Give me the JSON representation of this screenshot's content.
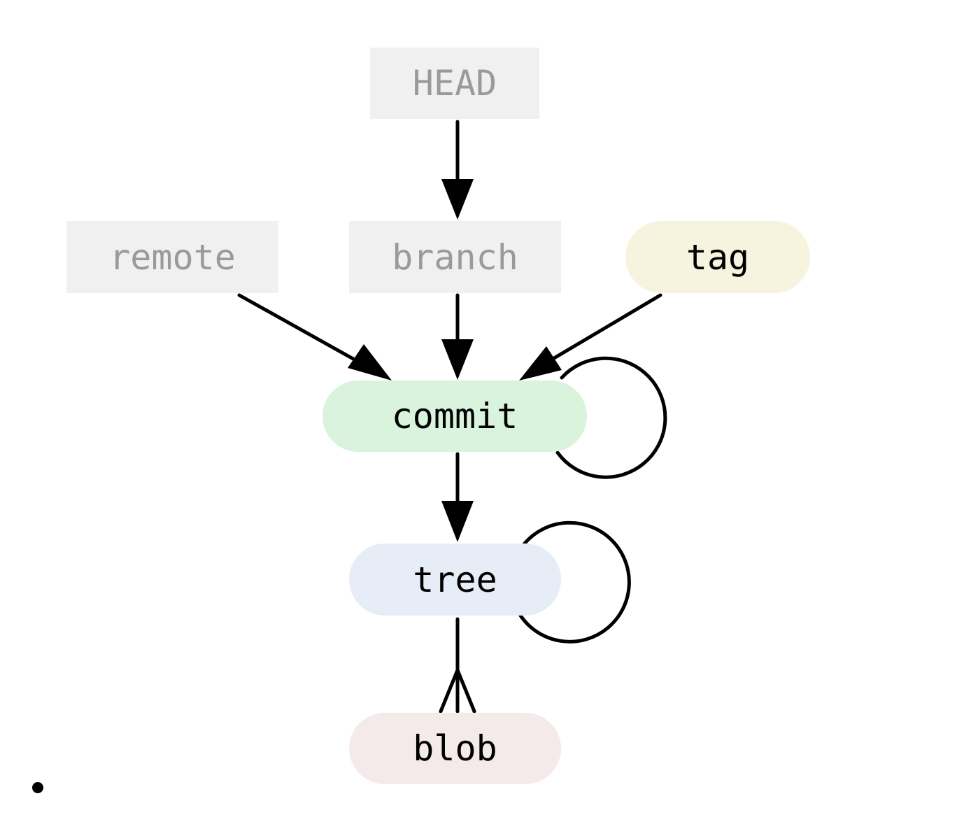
{
  "diagram": {
    "nodes": {
      "head": {
        "label": "HEAD",
        "fill": "#f0f0f0"
      },
      "remote": {
        "label": "remote",
        "fill": "#f0f0f0"
      },
      "branch": {
        "label": "branch",
        "fill": "#f0f0f0"
      },
      "tag": {
        "label": "tag",
        "fill": "#f6f4de"
      },
      "commit": {
        "label": "commit",
        "fill": "#d9f3dd"
      },
      "tree": {
        "label": "tree",
        "fill": "#e6edf6"
      },
      "blob": {
        "label": "blob",
        "fill": "#f5eaea"
      }
    },
    "edges": [
      {
        "from": "HEAD",
        "to": "branch",
        "type": "arrow"
      },
      {
        "from": "remote",
        "to": "commit",
        "type": "arrow"
      },
      {
        "from": "branch",
        "to": "commit",
        "type": "arrow"
      },
      {
        "from": "tag",
        "to": "commit",
        "type": "arrow"
      },
      {
        "from": "commit",
        "to": "commit",
        "type": "self-loop"
      },
      {
        "from": "commit",
        "to": "tree",
        "type": "arrow"
      },
      {
        "from": "tree",
        "to": "tree",
        "type": "self-loop"
      },
      {
        "from": "tree",
        "to": "blob",
        "type": "crow-foot"
      }
    ],
    "stroke_color": "#000000"
  }
}
